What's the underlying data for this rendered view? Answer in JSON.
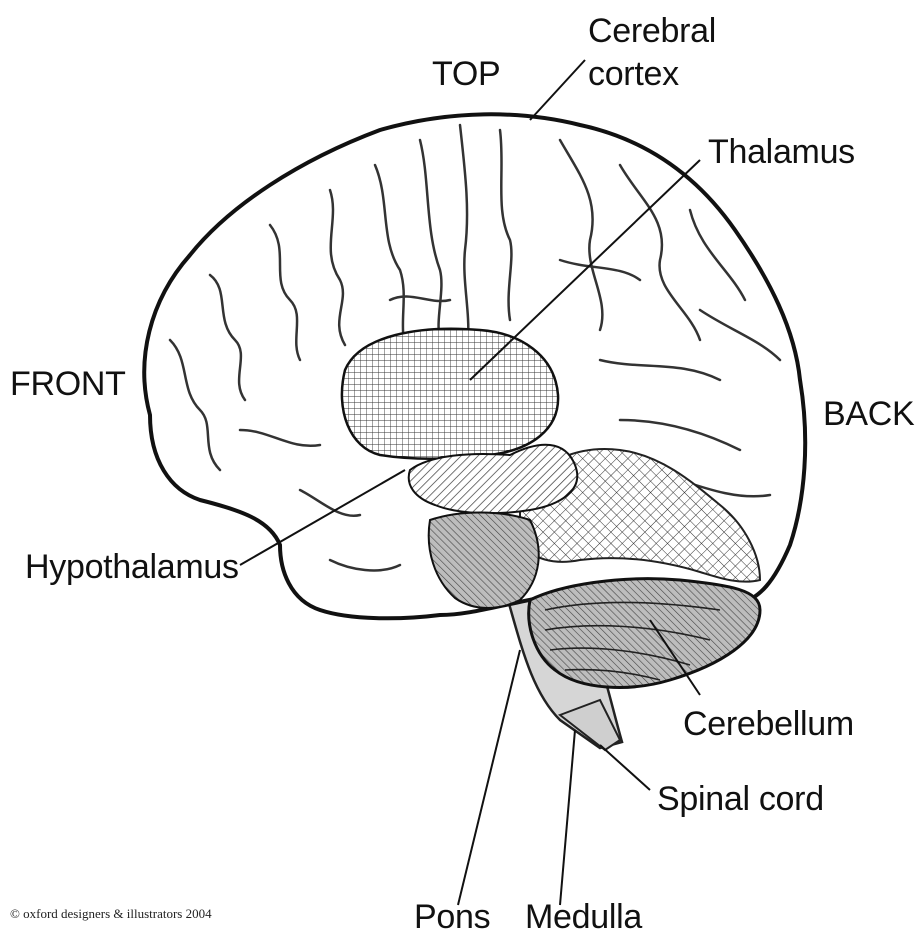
{
  "labels": {
    "cerebral_cortex_line1": "Cerebral",
    "cerebral_cortex_line2": "cortex",
    "top": "TOP",
    "thalamus": "Thalamus",
    "front": "FRONT",
    "back": "BACK",
    "hypothalamus": "Hypothalamus",
    "cerebellum": "Cerebellum",
    "spinal_cord": "Spinal cord",
    "pons": "Pons",
    "medulla": "Medulla"
  },
  "credit": "© oxford designers & illustrators 2004",
  "colors": {
    "outline": "#222222",
    "hatch": "#333333",
    "brainstem_fill": "#d9d9d9",
    "lobe_fill": "#ffffff"
  }
}
